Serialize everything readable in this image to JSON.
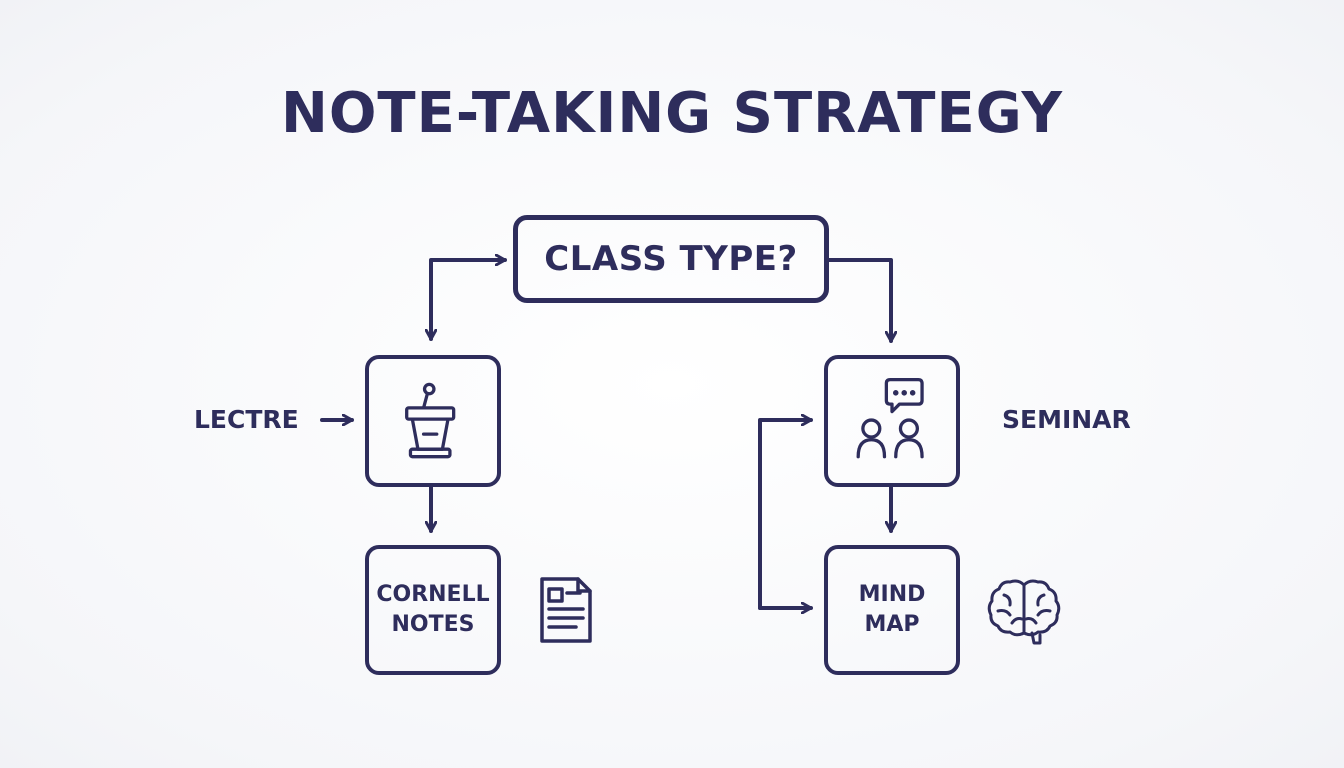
{
  "title": "NOTE-TAKING STRATEGY",
  "colors": {
    "ink": "#2e2d5c",
    "background": "#f7f8fa"
  },
  "question": {
    "label": "CLASS TYPE?"
  },
  "branches": {
    "left": {
      "label": "LECTRE",
      "icon": "podium-icon",
      "result_label": "CORNELL\nNOTES",
      "result_icon": "document-icon"
    },
    "right": {
      "label": "SEMINAR",
      "icon": "discussion-people-icon",
      "result_label": "MIND\nMAP",
      "result_icon": "brain-icon"
    }
  }
}
